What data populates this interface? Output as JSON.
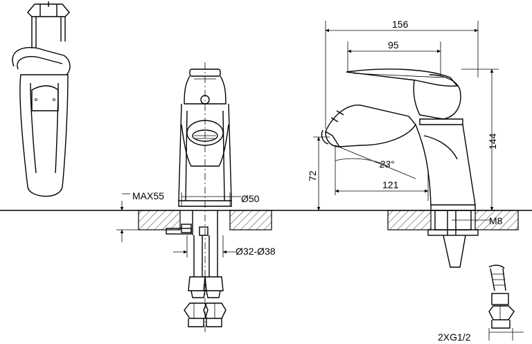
{
  "dimensions": {
    "max55": "MAX55",
    "d50": "Ø50",
    "d32_38": "Ø32-Ø38",
    "w156": "156",
    "w95": "95",
    "h144": "144",
    "h72": "72",
    "angle23": "23°",
    "w121": "121",
    "m8": "M8",
    "thread": "2XG1/2"
  }
}
